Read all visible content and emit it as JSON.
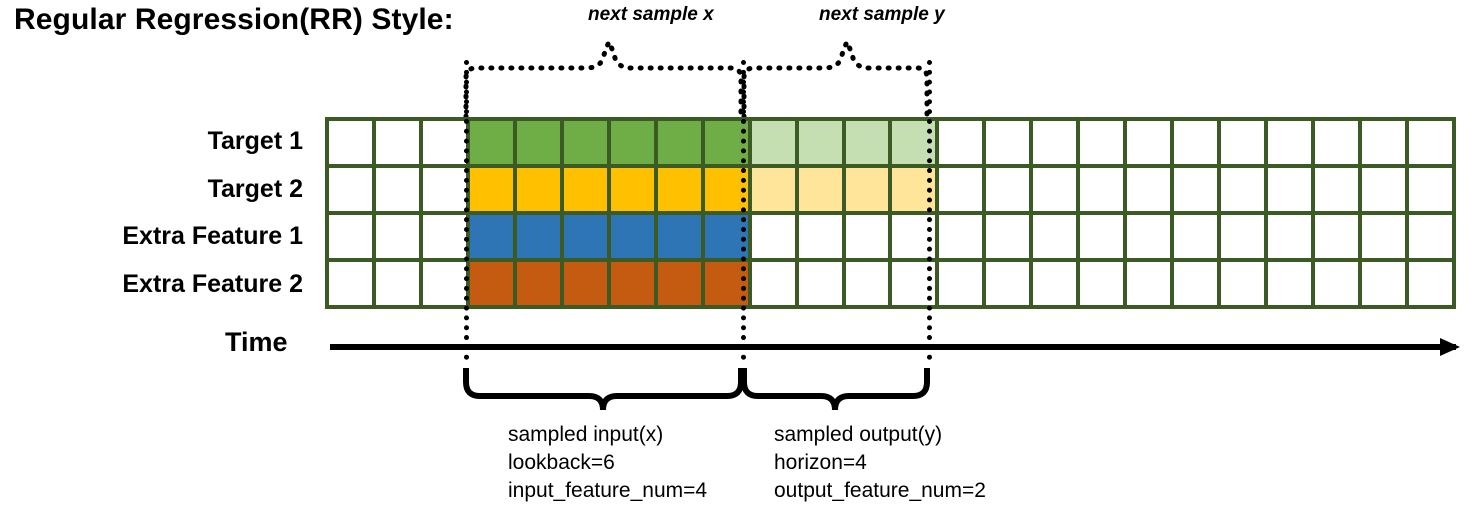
{
  "page_title": "Regular Regression(RR) Style:",
  "annotations": {
    "next_sample_x": "next sample x",
    "next_sample_y": "next sample y"
  },
  "axis": {
    "time_label": "Time",
    "arrow_icon": "arrow-right-icon"
  },
  "rows": [
    {
      "label": "Target 1",
      "series_color": "#6FAE46",
      "faded_color": "#C5DFB3"
    },
    {
      "label": "Target 2",
      "series_color": "#FFC000",
      "faded_color": "#FFE599"
    },
    {
      "label": "Extra Feature 1",
      "series_color": "#2E75B6",
      "faded_color": "#FFFFFF"
    },
    {
      "label": "Extra Feature 2",
      "series_color": "#C55A11",
      "faded_color": "#FFFFFF"
    }
  ],
  "grid": {
    "columns": 24,
    "rows": 4,
    "border_color": "#3C5A23",
    "empty_color": "#FFFFFF",
    "input_start_col": 3,
    "input_end_col": 9,
    "output_start_col": 9,
    "output_end_col": 13,
    "cells": [
      [
        "#FFFFFF",
        "#FFFFFF",
        "#FFFFFF",
        "#6FAE46",
        "#6FAE46",
        "#6FAE46",
        "#6FAE46",
        "#6FAE46",
        "#6FAE46",
        "#C5DFB3",
        "#C5DFB3",
        "#C5DFB3",
        "#C5DFB3",
        "#FFFFFF",
        "#FFFFFF",
        "#FFFFFF",
        "#FFFFFF",
        "#FFFFFF",
        "#FFFFFF",
        "#FFFFFF",
        "#FFFFFF",
        "#FFFFFF",
        "#FFFFFF",
        "#FFFFFF"
      ],
      [
        "#FFFFFF",
        "#FFFFFF",
        "#FFFFFF",
        "#FFC000",
        "#FFC000",
        "#FFC000",
        "#FFC000",
        "#FFC000",
        "#FFC000",
        "#FFE599",
        "#FFE599",
        "#FFE599",
        "#FFE599",
        "#FFFFFF",
        "#FFFFFF",
        "#FFFFFF",
        "#FFFFFF",
        "#FFFFFF",
        "#FFFFFF",
        "#FFFFFF",
        "#FFFFFF",
        "#FFFFFF",
        "#FFFFFF",
        "#FFFFFF"
      ],
      [
        "#FFFFFF",
        "#FFFFFF",
        "#FFFFFF",
        "#2E75B6",
        "#2E75B6",
        "#2E75B6",
        "#2E75B6",
        "#2E75B6",
        "#2E75B6",
        "#FFFFFF",
        "#FFFFFF",
        "#FFFFFF",
        "#FFFFFF",
        "#FFFFFF",
        "#FFFFFF",
        "#FFFFFF",
        "#FFFFFF",
        "#FFFFFF",
        "#FFFFFF",
        "#FFFFFF",
        "#FFFFFF",
        "#FFFFFF",
        "#FFFFFF",
        "#FFFFFF"
      ],
      [
        "#FFFFFF",
        "#FFFFFF",
        "#FFFFFF",
        "#C55A11",
        "#C55A11",
        "#C55A11",
        "#C55A11",
        "#C55A11",
        "#C55A11",
        "#FFFFFF",
        "#FFFFFF",
        "#FFFFFF",
        "#FFFFFF",
        "#FFFFFF",
        "#FFFFFF",
        "#FFFFFF",
        "#FFFFFF",
        "#FFFFFF",
        "#FFFFFF",
        "#FFFFFF",
        "#FFFFFF",
        "#FFFFFF",
        "#FFFFFF",
        "#FFFFFF"
      ]
    ]
  },
  "captions": {
    "input": {
      "line1": "sampled input(x)",
      "line2": "lookback=6",
      "line3": "input_feature_num=4"
    },
    "output": {
      "line1": "sampled output(y)",
      "line2": "horizon=4",
      "line3": "output_feature_num=2"
    }
  },
  "values": {
    "lookback": 6,
    "horizon": 4,
    "input_feature_num": 4,
    "output_feature_num": 2
  }
}
